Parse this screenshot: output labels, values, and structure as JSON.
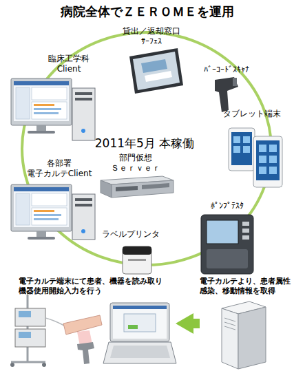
{
  "diagram": {
    "title": "病院全体でＺＥＲＯＭＥを運用",
    "nodes": [
      {
        "text": [
          "臨床工学科 Client"
        ]
      },
      {
        "text": [
          "貸出／返却窓口 ｻｰﾌｪｽ"
        ]
      },
      {
        "text": [
          "ﾊﾞｰｺｰﾄﾞｽｷｬﾅ"
        ]
      },
      {
        "text": [
          "タブレット端末"
        ]
      },
      {
        "text": [
          "部門仮想 Ｓｅｒｖｅｒ"
        ]
      },
      {
        "text": [
          "ﾎﾟﾝﾌﾟﾃｽﾀ"
        ]
      },
      {
        "text": [
          "ラベルプリンタ"
        ]
      },
      {
        "text": [
          "各部署 電子カルテClient"
        ]
      },
      {
        "text": [
          "電子カルテ端末にて患者、機器を読み取り 機器使用開始入力を行う"
        ]
      },
      {
        "text": [
          "電子カルテより、患者属性 感染、移動情報を取得"
        ]
      }
    ],
    "edges": [
      {
        "from": 9,
        "to": 8,
        "arrow": "to"
      }
    ],
    "labels": [
      "2011年5月 本稼働"
    ]
  }
}
